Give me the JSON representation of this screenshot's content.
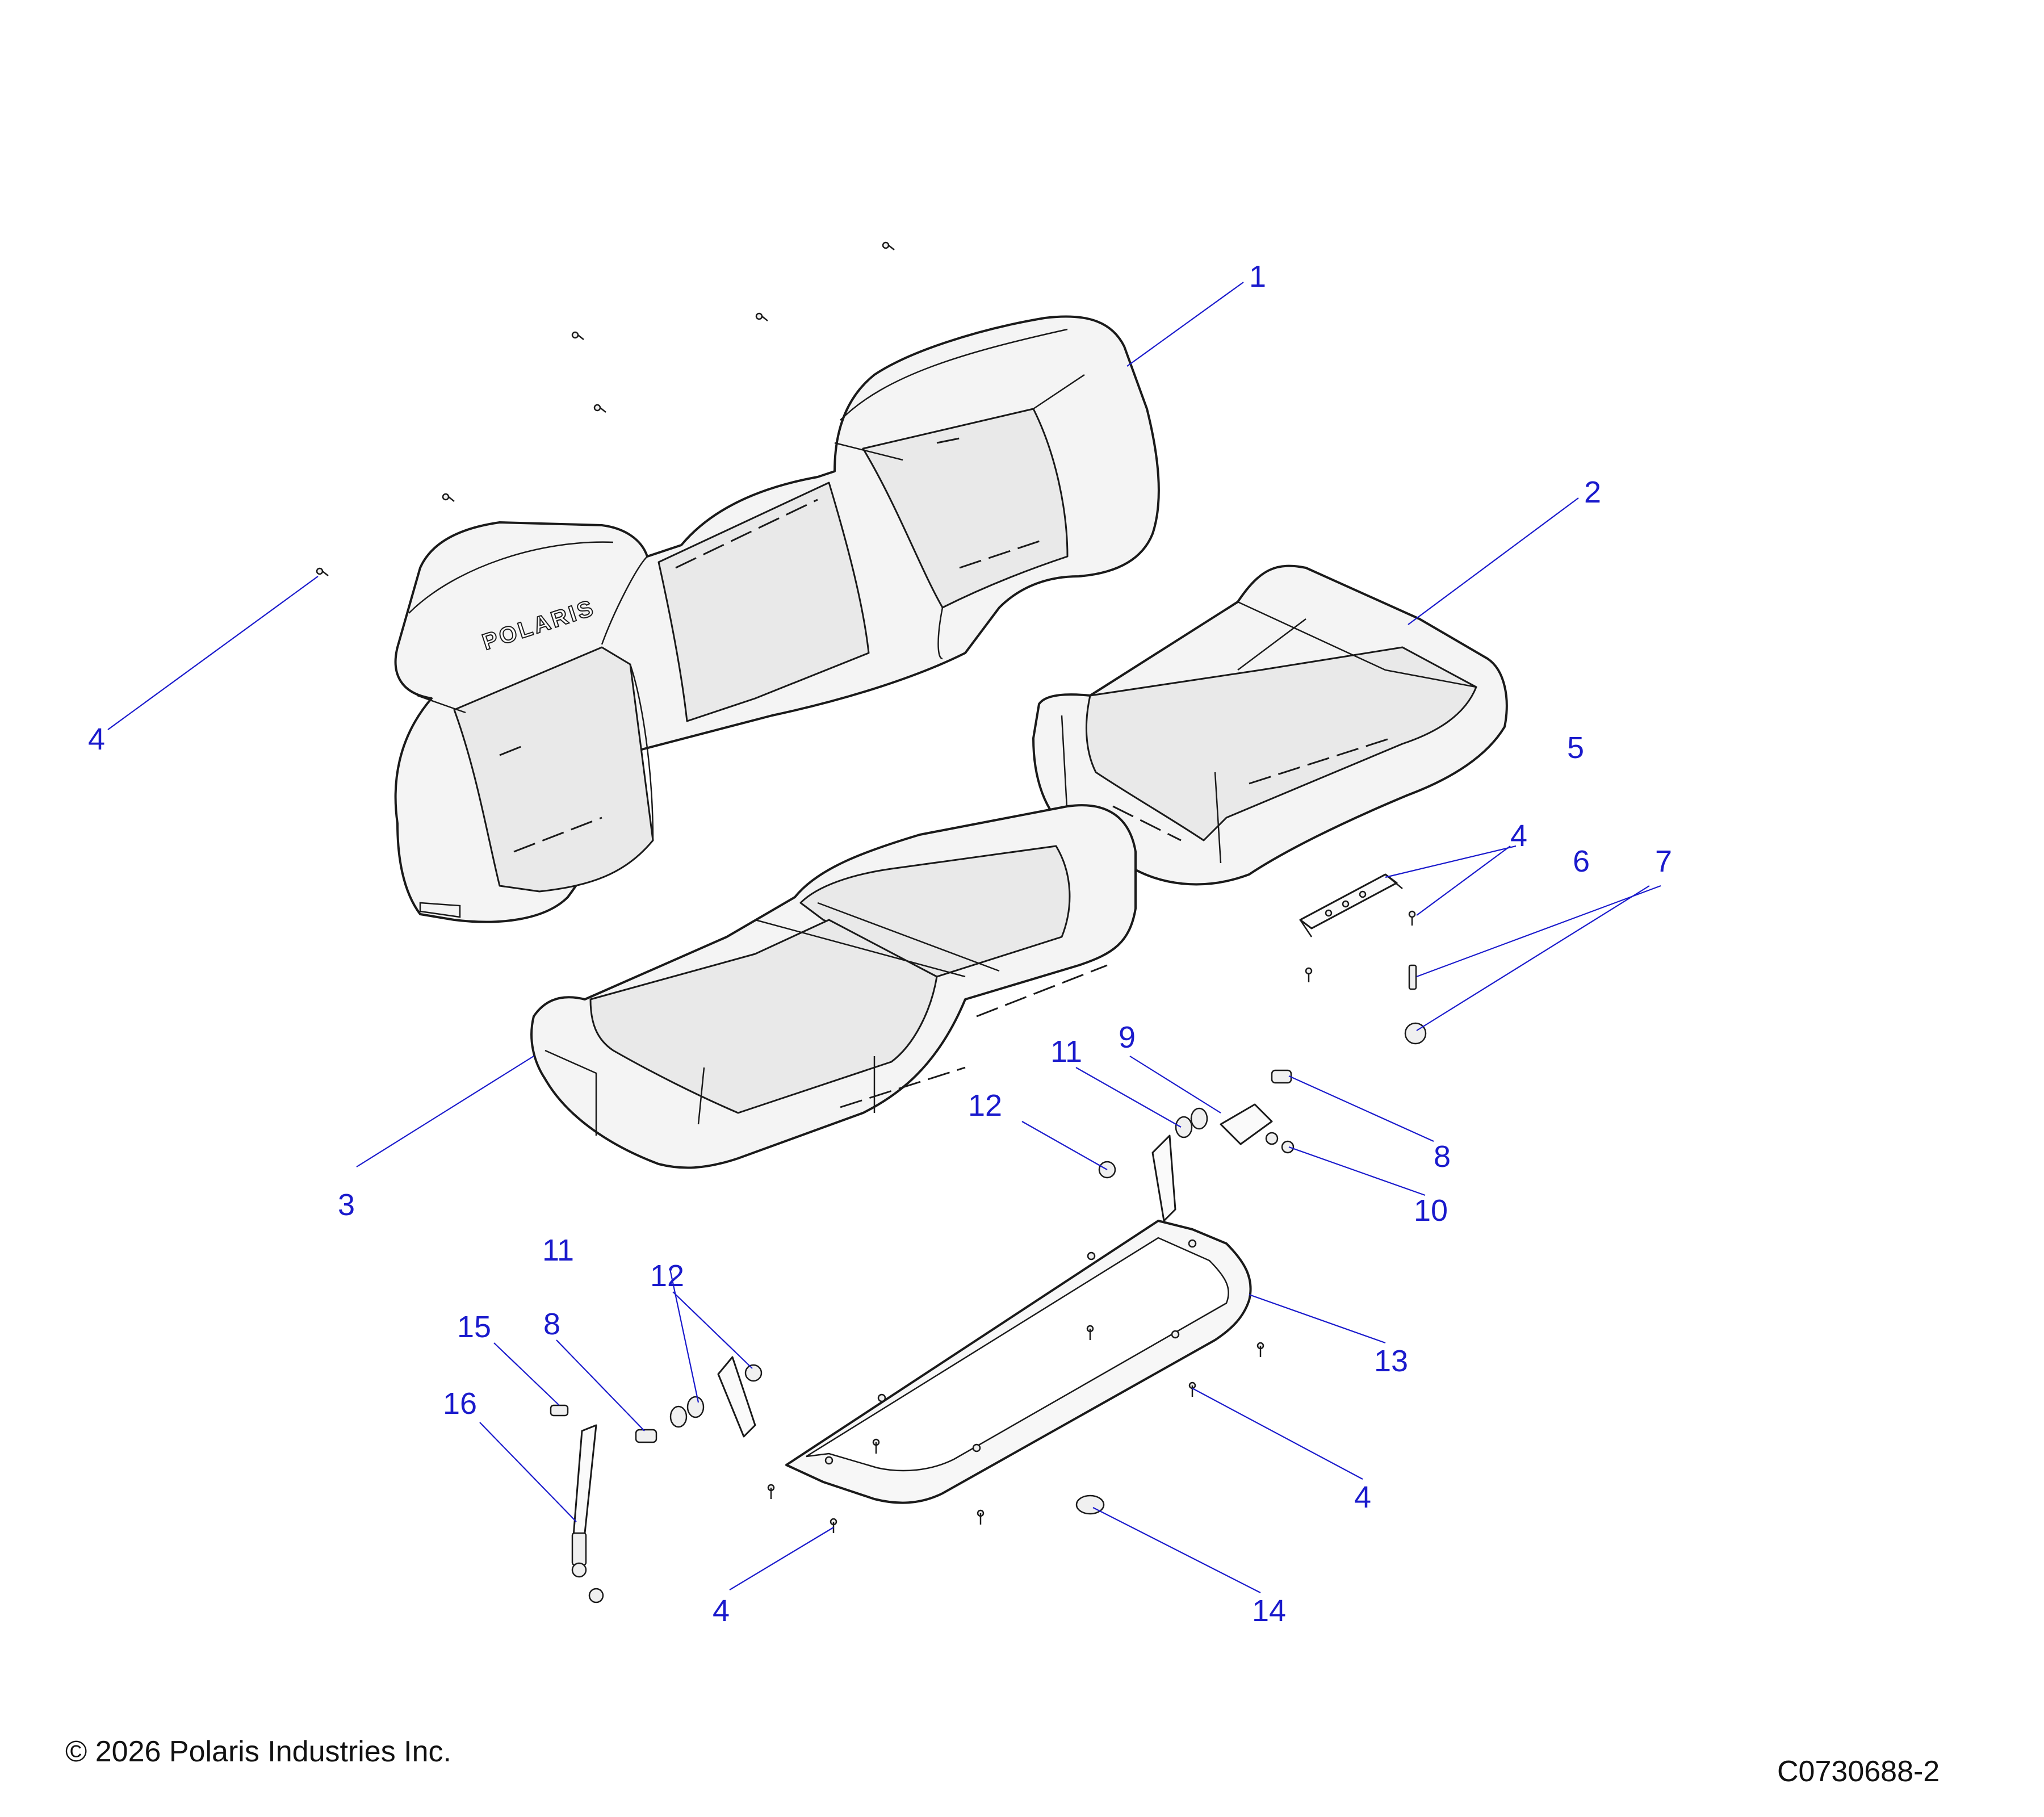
{
  "diagram": {
    "callouts": [
      "1",
      "2",
      "3",
      "4",
      "4",
      "4",
      "4",
      "5",
      "6",
      "7",
      "8",
      "8",
      "9",
      "10",
      "11",
      "11",
      "12",
      "12",
      "13",
      "14",
      "15",
      "16"
    ],
    "logo_text": "POLARIS"
  },
  "footer": {
    "copyright": "© 2026 Polaris Industries Inc.",
    "drawing_number": "C0730688-2"
  },
  "colors": {
    "callout": "#1a1acc",
    "line": "#1a1a1a"
  }
}
